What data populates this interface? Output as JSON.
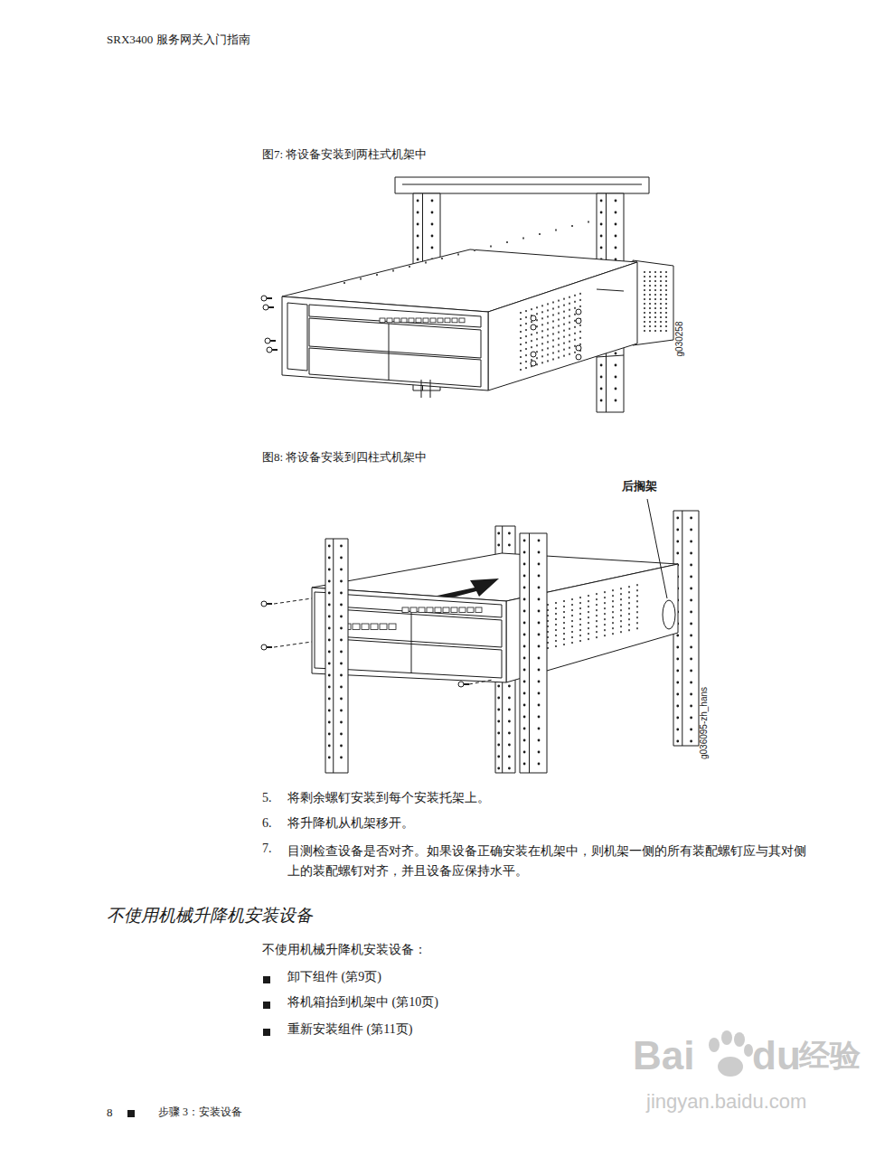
{
  "diagram": {
    "labels": [
      "SRX3400 服务网关入门指南",
      "图7: 将设备安装到两柱式机架中",
      "g030258",
      "图8: 将设备安装到四柱式机架中",
      "后搁架",
      "g036095-zh_hans",
      "5.",
      "将剩余螺钉安装到每个安装托架上。",
      "6.",
      "将升降机从机架移开。",
      "7.",
      "目测检查设备是否对齐。如果设备正确安装在机架中，则机架一侧的所有装配螺钉应与其对侧上的装配螺钉对齐，并且设备应保持水平。",
      "不使用机械升降机安装设备",
      "不使用机械升降机安装设备：",
      "卸下组件 (第9页)",
      "将机箱抬到机架中 (第10页)",
      "重新安装组件 (第11页)",
      "8",
      "步骤 3：安装设备",
      "Bai",
      "du",
      "经验",
      "jingyan.baidu.com"
    ]
  }
}
